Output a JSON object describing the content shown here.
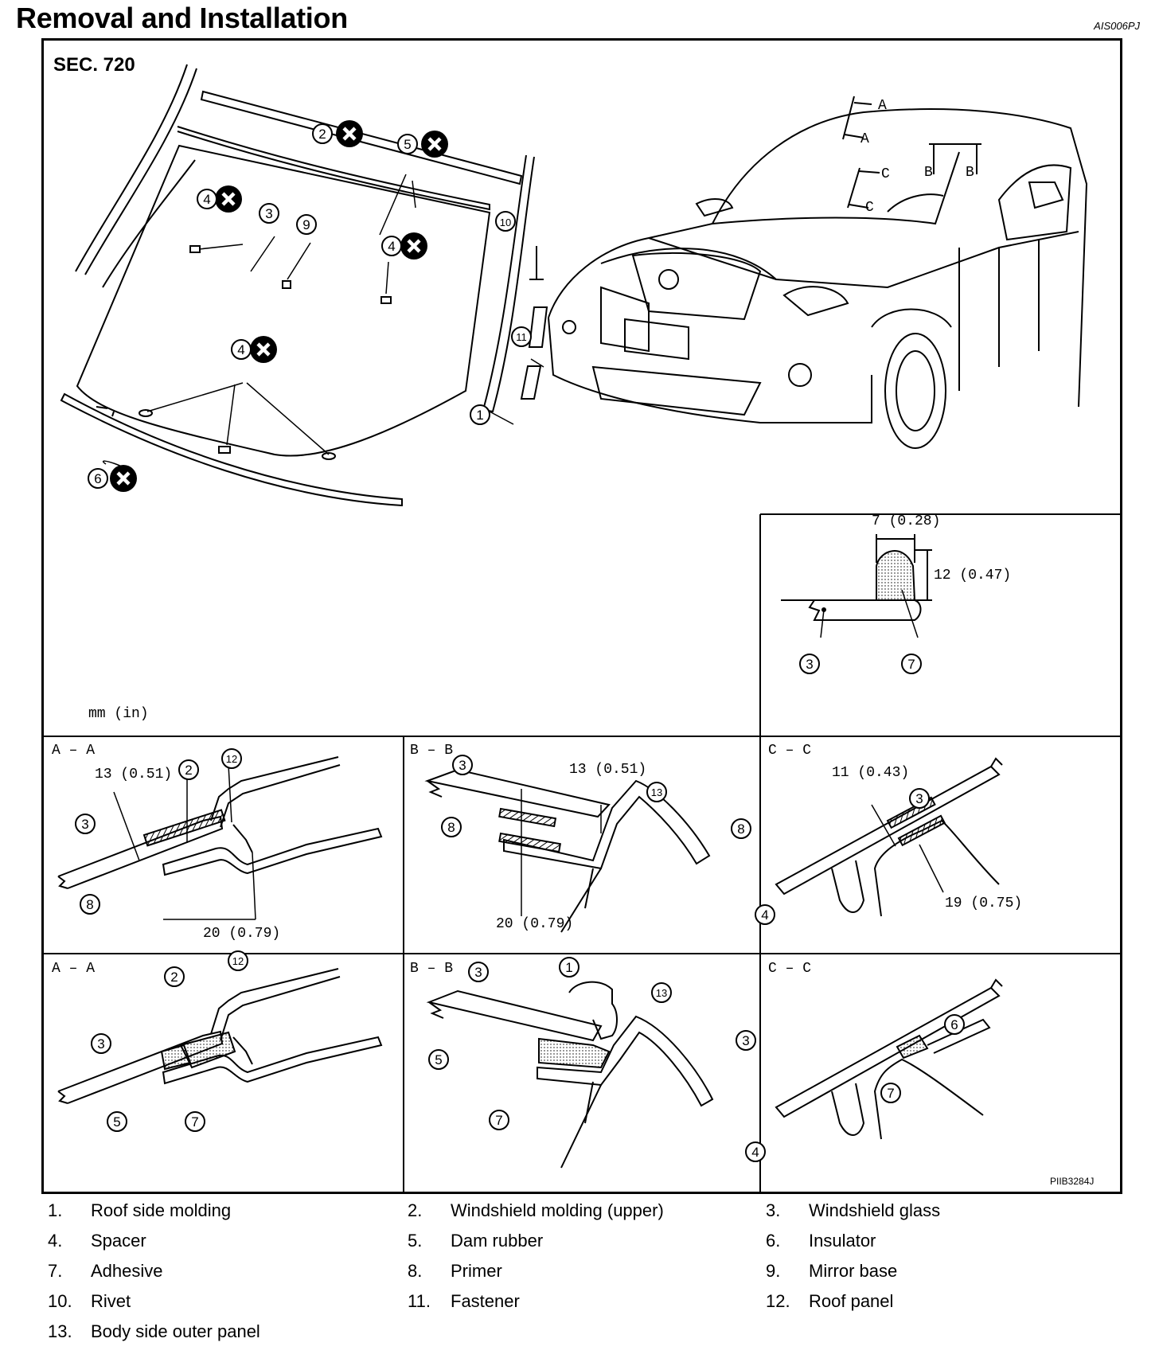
{
  "header": {
    "title": "Removal and Installation",
    "ref_code": "AIS006PJ"
  },
  "figure": {
    "section": "SEC. 720",
    "units": "mm (in)",
    "code": "PIIB3284J",
    "callout_numbers": [
      "1",
      "2",
      "3",
      "4",
      "5",
      "6",
      "7",
      "8",
      "9",
      "10",
      "11",
      "12",
      "13"
    ],
    "section_marks": [
      "A",
      "B",
      "C"
    ],
    "panels": {
      "adhesive_detail": {
        "dim_width": "7 (0.28)",
        "dim_height": "12 (0.47)"
      },
      "aa_top": {
        "label": "A – A",
        "dim1": "13 (0.51)",
        "dim2": "20 (0.79)"
      },
      "bb_top": {
        "label": "B – B",
        "dim1": "13 (0.51)",
        "dim2": "20 (0.79)"
      },
      "cc_top": {
        "label": "C – C",
        "dim1": "11 (0.43)",
        "dim2": "19 (0.75)"
      },
      "aa_bottom": {
        "label": "A – A"
      },
      "bb_bottom": {
        "label": "B – B"
      },
      "cc_bottom": {
        "label": "C – C"
      }
    }
  },
  "legend": [
    {
      "num": "1.",
      "text": "Roof side molding"
    },
    {
      "num": "2.",
      "text": "Windshield molding (upper)"
    },
    {
      "num": "3.",
      "text": "Windshield glass"
    },
    {
      "num": "4.",
      "text": "Spacer"
    },
    {
      "num": "5.",
      "text": "Dam rubber"
    },
    {
      "num": "6.",
      "text": "Insulator"
    },
    {
      "num": "7.",
      "text": "Adhesive"
    },
    {
      "num": "8.",
      "text": "Primer"
    },
    {
      "num": "9.",
      "text": "Mirror base"
    },
    {
      "num": "10.",
      "text": "Rivet"
    },
    {
      "num": "11.",
      "text": "Fastener"
    },
    {
      "num": "12.",
      "text": "Roof panel"
    },
    {
      "num": "13.",
      "text": "Body side outer panel"
    }
  ]
}
